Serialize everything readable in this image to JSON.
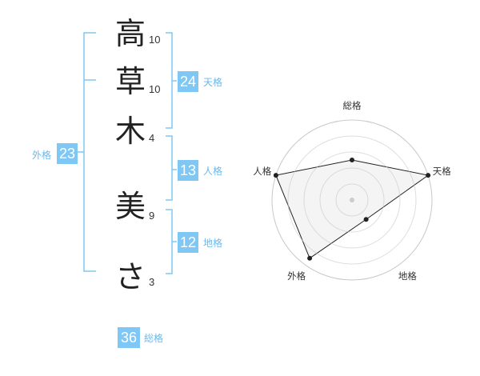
{
  "name": {
    "characters": [
      {
        "char": "高",
        "strokes": "10"
      },
      {
        "char": "草",
        "strokes": "10"
      },
      {
        "char": "木",
        "strokes": "4"
      },
      {
        "char": "美",
        "strokes": "9"
      },
      {
        "char": "さ",
        "strokes": "3"
      }
    ]
  },
  "fortunes": {
    "tenkaku": {
      "value": "24",
      "label": "天格"
    },
    "jinkaku": {
      "value": "13",
      "label": "人格"
    },
    "chikaku": {
      "value": "12",
      "label": "地格"
    },
    "gaikaku": {
      "value": "23",
      "label": "外格"
    },
    "soukaku": {
      "value": "36",
      "label": "総格"
    }
  },
  "radar": {
    "axes": [
      "総格",
      "天格",
      "地格",
      "外格",
      "人格"
    ],
    "levels": 5,
    "values": [
      2.5,
      5,
      1.5,
      4.5,
      5
    ]
  },
  "colors": {
    "accent": "#7fc8f5",
    "accent_text": "#6ab9ec",
    "bracket": "#7fc8f5",
    "radar_fill": "#f2f2f2",
    "radar_line": "#222222",
    "grid": "#c8c8c8"
  }
}
